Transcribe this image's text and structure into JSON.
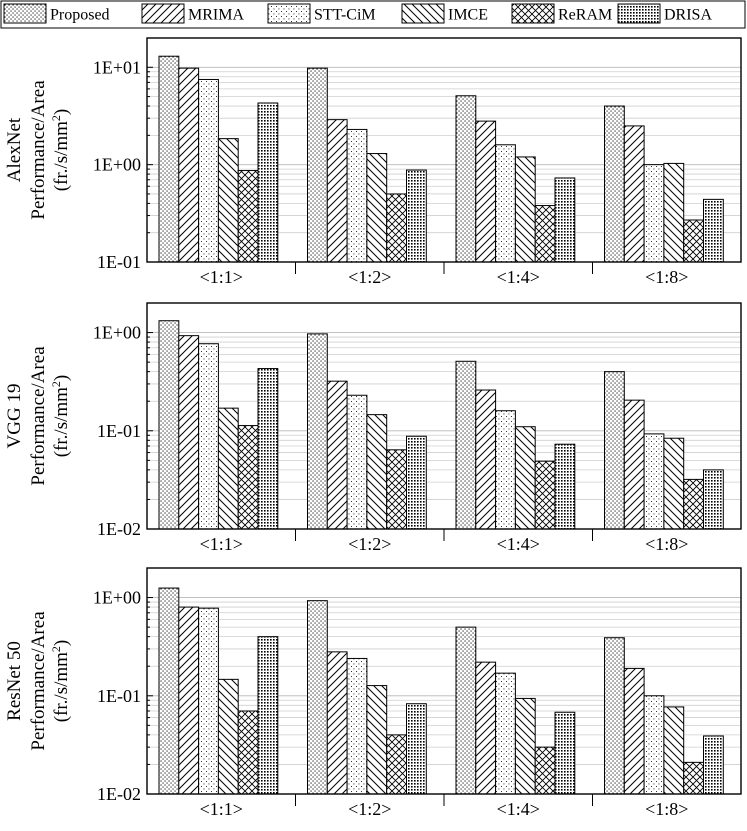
{
  "legend": {
    "items": [
      {
        "label": "Proposed",
        "pattern": "dots-dense"
      },
      {
        "label": "MRIMA",
        "pattern": "diag-right"
      },
      {
        "label": "STT-CiM",
        "pattern": "dots-sparse"
      },
      {
        "label": "IMCE",
        "pattern": "diag-left"
      },
      {
        "label": "ReRAM",
        "pattern": "crosshatch"
      },
      {
        "label": "DRISA",
        "pattern": "grid-dense"
      }
    ]
  },
  "chart_data": [
    {
      "type": "bar",
      "ylabel_lines": [
        "AlexNet",
        "Performance/Area",
        "(fr./s/mm",
        "2",
        ")"
      ],
      "yscale": "log",
      "yticks": [
        "1E-01",
        "1E+00",
        "1E+01"
      ],
      "ylim": [
        0.1,
        20
      ],
      "categories": [
        "<1:1>",
        "<1:2>",
        "<1:4>",
        "<1:8>"
      ],
      "series": [
        {
          "name": "Proposed",
          "values": [
            13.0,
            9.8,
            5.1,
            4.0
          ]
        },
        {
          "name": "MRIMA",
          "values": [
            9.8,
            2.9,
            2.8,
            2.5
          ]
        },
        {
          "name": "STT-CiM",
          "values": [
            7.5,
            2.3,
            1.6,
            1.0
          ]
        },
        {
          "name": "IMCE",
          "values": [
            1.85,
            1.3,
            1.2,
            1.03
          ]
        },
        {
          "name": "ReRAM",
          "values": [
            0.87,
            0.5,
            0.38,
            0.27
          ]
        },
        {
          "name": "DRISA",
          "values": [
            4.3,
            0.88,
            0.73,
            0.44
          ]
        }
      ]
    },
    {
      "type": "bar",
      "ylabel_lines": [
        "VGG 19",
        "Performance/Area",
        "(fr./s/mm",
        "2",
        ")"
      ],
      "yscale": "log",
      "yticks": [
        "1E-02",
        "1E-01",
        "1E+00"
      ],
      "ylim": [
        0.01,
        2
      ],
      "categories": [
        "<1:1>",
        "<1:2>",
        "<1:4>",
        "<1:8>"
      ],
      "series": [
        {
          "name": "Proposed",
          "values": [
            1.32,
            0.97,
            0.51,
            0.4
          ]
        },
        {
          "name": "MRIMA",
          "values": [
            0.93,
            0.32,
            0.26,
            0.205
          ]
        },
        {
          "name": "STT-CiM",
          "values": [
            0.77,
            0.23,
            0.16,
            0.093
          ]
        },
        {
          "name": "IMCE",
          "values": [
            0.17,
            0.146,
            0.11,
            0.084
          ]
        },
        {
          "name": "ReRAM",
          "values": [
            0.113,
            0.064,
            0.049,
            0.032
          ]
        },
        {
          "name": "DRISA",
          "values": [
            0.43,
            0.088,
            0.073,
            0.04
          ]
        }
      ]
    },
    {
      "type": "bar",
      "ylabel_lines": [
        "ResNet 50",
        "Performance/Area",
        "(fr./s/mm",
        "2",
        ")"
      ],
      "yscale": "log",
      "yticks": [
        "1E-02",
        "1E-01",
        "1E+00"
      ],
      "ylim": [
        0.01,
        2
      ],
      "categories": [
        "<1:1>",
        "<1:2>",
        "<1:4>",
        "<1:8>"
      ],
      "series": [
        {
          "name": "Proposed",
          "values": [
            1.25,
            0.93,
            0.5,
            0.39
          ]
        },
        {
          "name": "MRIMA",
          "values": [
            0.8,
            0.28,
            0.22,
            0.19
          ]
        },
        {
          "name": "STT-CiM",
          "values": [
            0.78,
            0.24,
            0.17,
            0.1
          ]
        },
        {
          "name": "IMCE",
          "values": [
            0.147,
            0.127,
            0.094,
            0.077
          ]
        },
        {
          "name": "ReRAM",
          "values": [
            0.07,
            0.04,
            0.03,
            0.021
          ]
        },
        {
          "name": "DRISA",
          "values": [
            0.4,
            0.083,
            0.068,
            0.039
          ]
        }
      ]
    }
  ]
}
